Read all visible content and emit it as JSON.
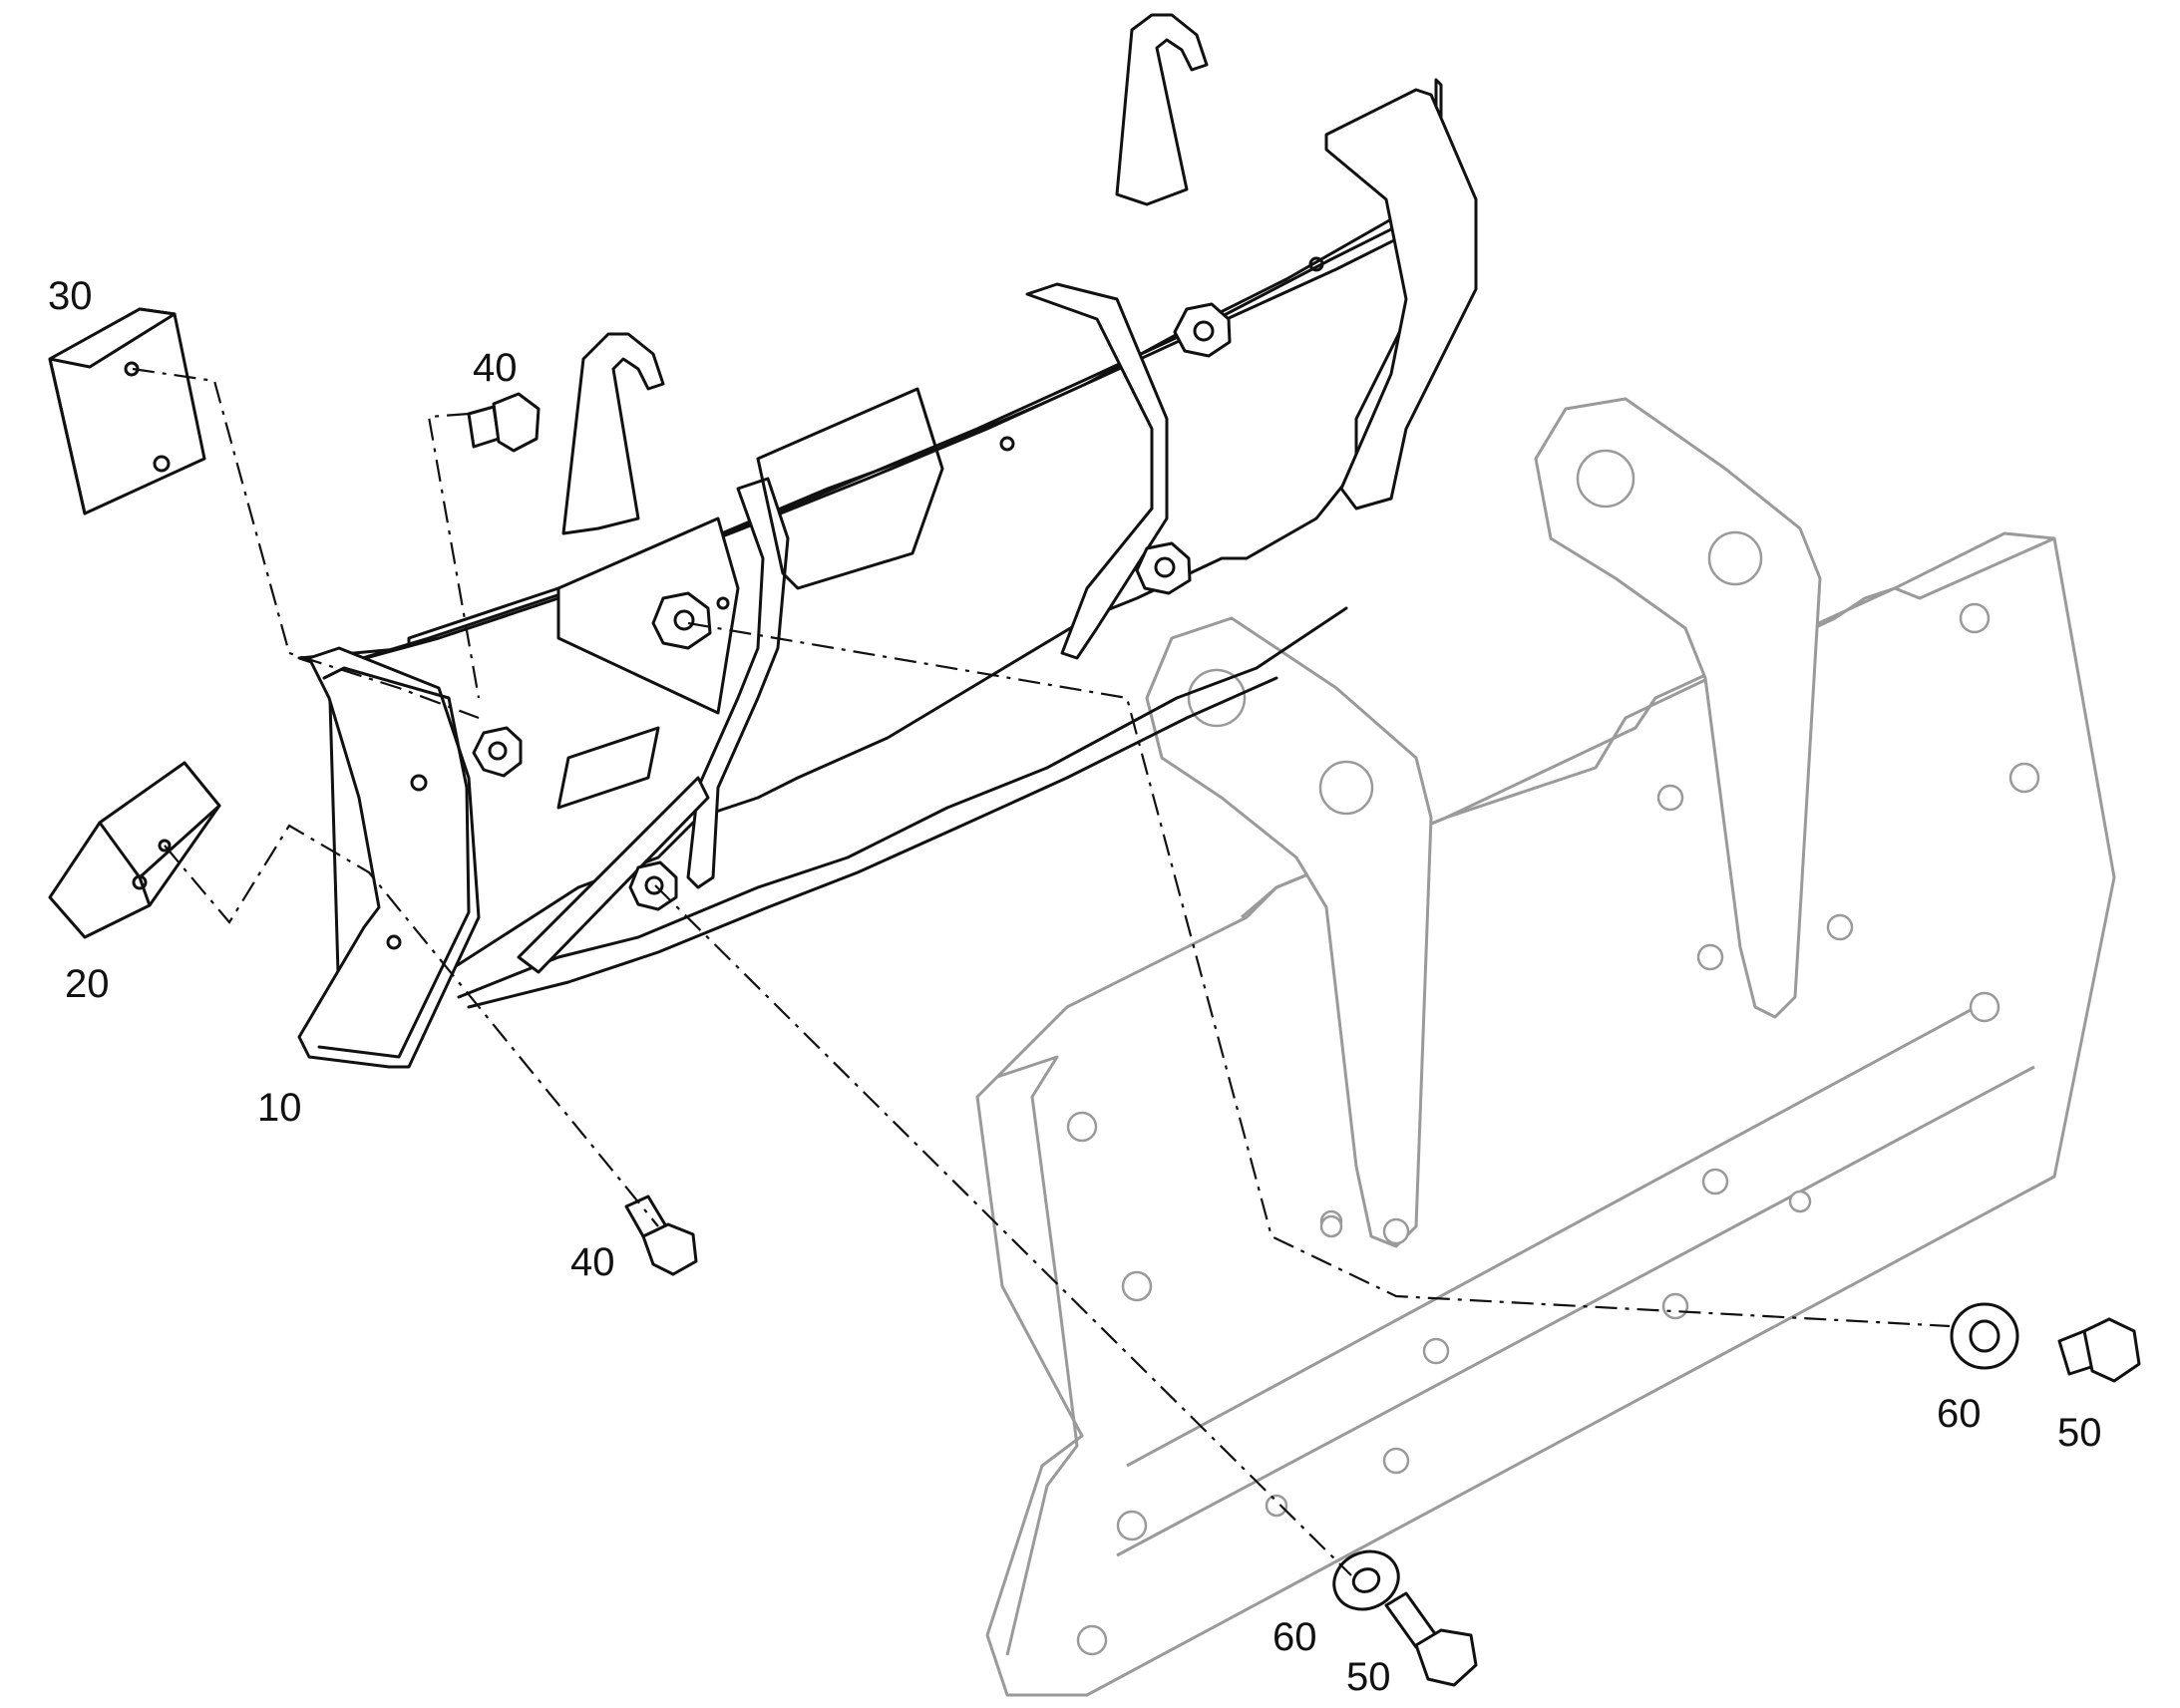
{
  "callouts": {
    "part_10": "10",
    "part_20": "20",
    "part_30": "30",
    "part_40_top": "40",
    "part_40_bottom": "40",
    "part_50_right": "50",
    "part_50_bottom": "50",
    "part_60_right": "60",
    "part_60_bottom": "60"
  },
  "colors": {
    "line": "#111111",
    "ghost_line": "#9a9a9a",
    "background": "#ffffff"
  }
}
